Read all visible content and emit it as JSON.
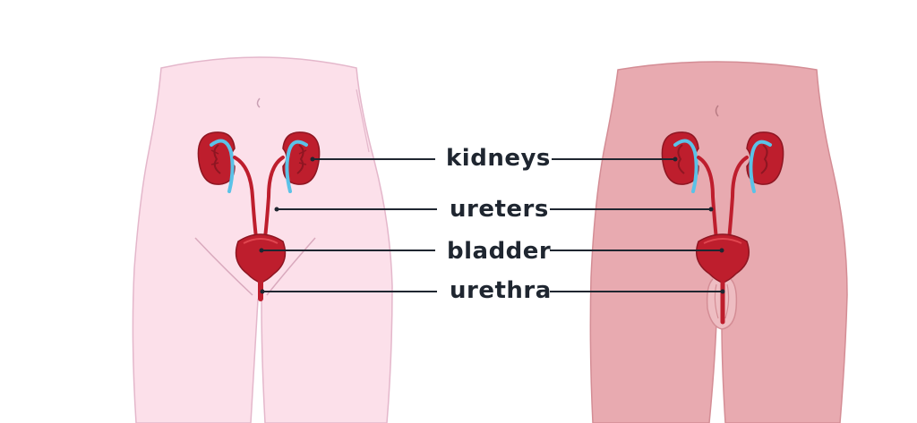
{
  "labels": {
    "kidneys": "kidneys",
    "ureters": "ureters",
    "bladder": "bladder",
    "urethra": "urethra"
  },
  "colors": {
    "female_skin": "#fce0ea",
    "female_outline": "#e4b7cb",
    "male_skin": "#e8aab0",
    "male_outline": "#d48d95",
    "organ_red": "#be1e2d",
    "organ_dark": "#8e1622",
    "organ_light": "#e0454f",
    "vessel_blue": "#5bc2e7",
    "label_text": "#1f2630"
  }
}
